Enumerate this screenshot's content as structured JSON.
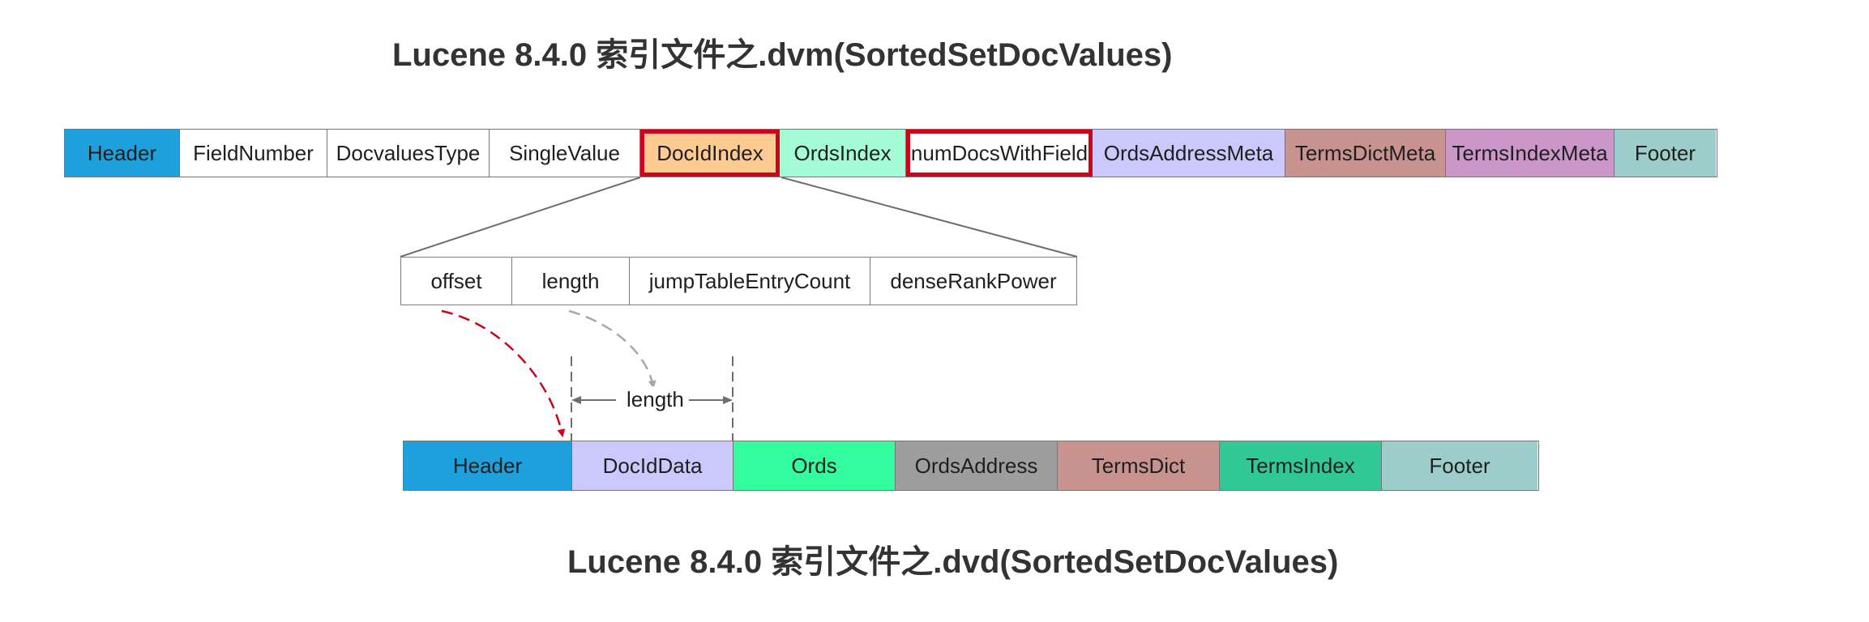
{
  "titles": {
    "dvm": "Lucene 8.4.0 索引文件之.dvm(SortedSetDocValues)",
    "dvd": "Lucene 8.4.0 索引文件之.dvd(SortedSetDocValues)"
  },
  "dvm_fields": [
    {
      "label": "Header",
      "color": "#1ea0dc",
      "highlight": false
    },
    {
      "label": "FieldNumber",
      "color": "#ffffff",
      "highlight": false
    },
    {
      "label": "DocvaluesType",
      "color": "#ffffff",
      "highlight": false
    },
    {
      "label": "SingleValue",
      "color": "#ffffff",
      "highlight": false
    },
    {
      "label": "DocIdIndex",
      "color": "#fdcb92",
      "highlight": true
    },
    {
      "label": "OrdsIndex",
      "color": "#a3fcd6",
      "highlight": false
    },
    {
      "label": "numDocsWithField",
      "color": "#ffffff",
      "highlight": true
    },
    {
      "label": "OrdsAddressMeta",
      "color": "#cbc8fc",
      "highlight": false
    },
    {
      "label": "TermsDictMeta",
      "color": "#c8938f",
      "highlight": false
    },
    {
      "label": "TermsIndexMeta",
      "color": "#cb96c8",
      "highlight": false
    },
    {
      "label": "Footer",
      "color": "#9ccdcb",
      "highlight": false
    }
  ],
  "docidindex_fields": [
    {
      "label": "offset"
    },
    {
      "label": "length"
    },
    {
      "label": "jumpTableEntryCount"
    },
    {
      "label": "denseRankPower"
    }
  ],
  "dvd_fields": [
    {
      "label": "Header",
      "color": "#1ea0dc"
    },
    {
      "label": "DocIdData",
      "color": "#cbc8fc"
    },
    {
      "label": "Ords",
      "color": "#33fc9e"
    },
    {
      "label": "OrdsAddress",
      "color": "#9e9e9e"
    },
    {
      "label": "TermsDict",
      "color": "#c8938f"
    },
    {
      "label": "TermsIndex",
      "color": "#30c995"
    },
    {
      "label": "Footer",
      "color": "#9ccdcb"
    }
  ],
  "length_annotation": "length",
  "colors": {
    "highlight_border": "#d0021b",
    "offset_arrow": "#d0021b",
    "length_arrow": "#a8a8a8"
  }
}
